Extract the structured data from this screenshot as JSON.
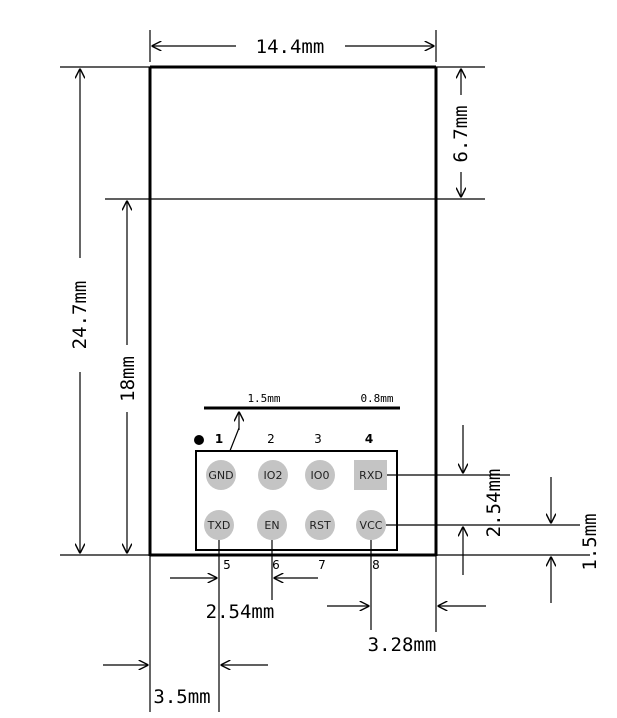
{
  "dimensions": {
    "top_width": "14.4mm",
    "total_height": "24.7mm",
    "antenna_height": "6.7mm",
    "body_height": "18mm",
    "pad_width": "1.5mm",
    "pad_gap": "0.8mm",
    "pin_pitch_vertical": "2.54mm",
    "edge_offset_vertical": "1.5mm",
    "pin_pitch_horizontal": "2.54mm",
    "right_offset": "3.28mm",
    "left_offset": "3.5mm"
  },
  "pins": [
    {
      "number": "1",
      "label": "GND",
      "shape": "circle"
    },
    {
      "number": "2",
      "label": "IO2",
      "shape": "circle"
    },
    {
      "number": "3",
      "label": "IO0",
      "shape": "circle"
    },
    {
      "number": "4",
      "label": "RXD",
      "shape": "square"
    },
    {
      "number": "5",
      "label": "TXD",
      "shape": "circle"
    },
    {
      "number": "6",
      "label": "EN",
      "shape": "circle"
    },
    {
      "number": "7",
      "label": "RST",
      "shape": "circle"
    },
    {
      "number": "8",
      "label": "VCC",
      "shape": "circle"
    }
  ],
  "colors": {
    "pad_fill": "#c4c4c4",
    "line": "#000000"
  }
}
